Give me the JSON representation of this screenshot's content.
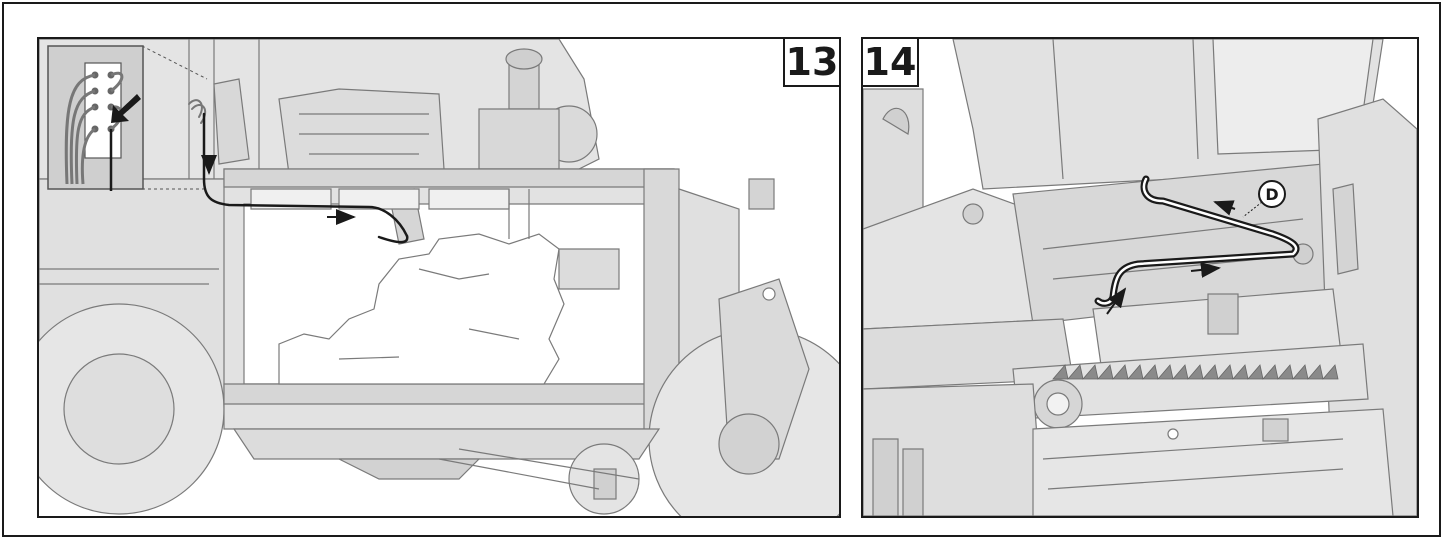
{
  "figures": [
    {
      "number": "13"
    },
    {
      "number": "14",
      "callout": "D"
    }
  ],
  "colors": {
    "machine_fill": "#e6e6e6",
    "machine_stroke": "#7a7a7a",
    "hose": "#1a1a1a",
    "inset_fill": "#cfcfcf"
  }
}
